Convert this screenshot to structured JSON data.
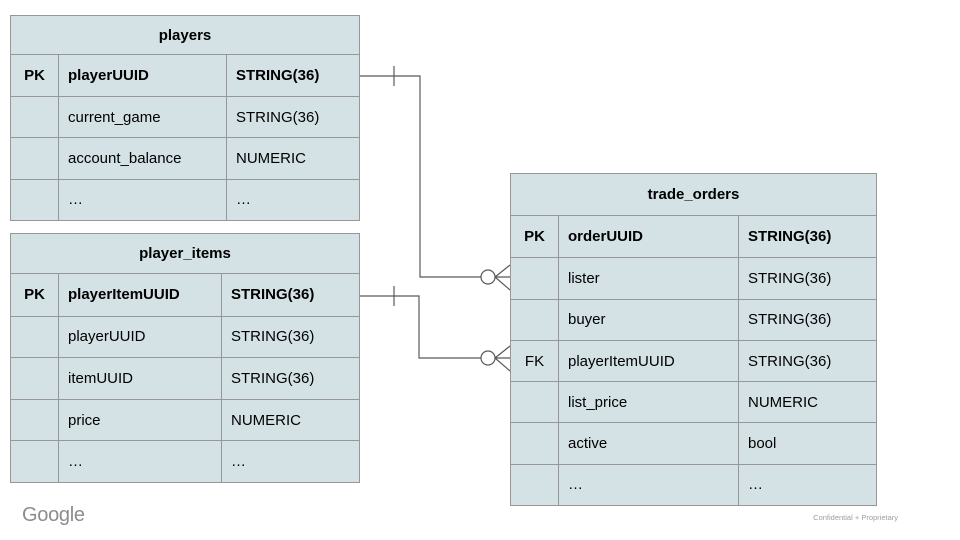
{
  "palette": {
    "background": "#ffffff",
    "table_fill": "#d4e2e5",
    "table_border": "#979797",
    "connector_line": "#595959",
    "text": "#000000",
    "logo_gray": "#8d8d8d",
    "footer_gray": "#9e9e9e"
  },
  "diagram": {
    "tables": {
      "players": {
        "title": "players",
        "rows": [
          {
            "key": "PK",
            "name": "playerUUID",
            "type": "STRING(36)"
          },
          {
            "key": "",
            "name": "current_game",
            "type": "STRING(36)"
          },
          {
            "key": "",
            "name": "account_balance",
            "type": "NUMERIC"
          },
          {
            "key": "",
            "name": "…",
            "type": "…"
          }
        ]
      },
      "player_items": {
        "title": "player_items",
        "rows": [
          {
            "key": "PK",
            "name": "playerItemUUID",
            "type": "STRING(36)"
          },
          {
            "key": "",
            "name": "playerUUID",
            "type": "STRING(36)"
          },
          {
            "key": "",
            "name": "itemUUID",
            "type": "STRING(36)"
          },
          {
            "key": "",
            "name": "price",
            "type": "NUMERIC"
          },
          {
            "key": "",
            "name": "…",
            "type": "…"
          }
        ]
      },
      "trade_orders": {
        "title": "trade_orders",
        "rows": [
          {
            "key": "PK",
            "name": "orderUUID",
            "type": "STRING(36)"
          },
          {
            "key": "",
            "name": "lister",
            "type": "STRING(36)"
          },
          {
            "key": "",
            "name": "buyer",
            "type": "STRING(36)"
          },
          {
            "key": "FK",
            "name": "playerItemUUID",
            "type": "STRING(36)"
          },
          {
            "key": "",
            "name": "list_price",
            "type": "NUMERIC"
          },
          {
            "key": "",
            "name": "active",
            "type": "bool"
          },
          {
            "key": "",
            "name": "…",
            "type": "…"
          }
        ]
      }
    },
    "relationships": [
      {
        "from_table": "players",
        "from_row": "playerUUID",
        "to_table": "trade_orders",
        "to_row": "lister",
        "from_cardinality": "one",
        "to_cardinality": "zero-or-many"
      },
      {
        "from_table": "player_items",
        "from_row": "playerItemUUID",
        "to_table": "trade_orders",
        "to_row": "playerItemUUID",
        "from_cardinality": "one",
        "to_cardinality": "zero-or-many"
      }
    ]
  },
  "footer": {
    "logo_text": "Google",
    "confidential_label": "Confidential + Proprietary"
  }
}
